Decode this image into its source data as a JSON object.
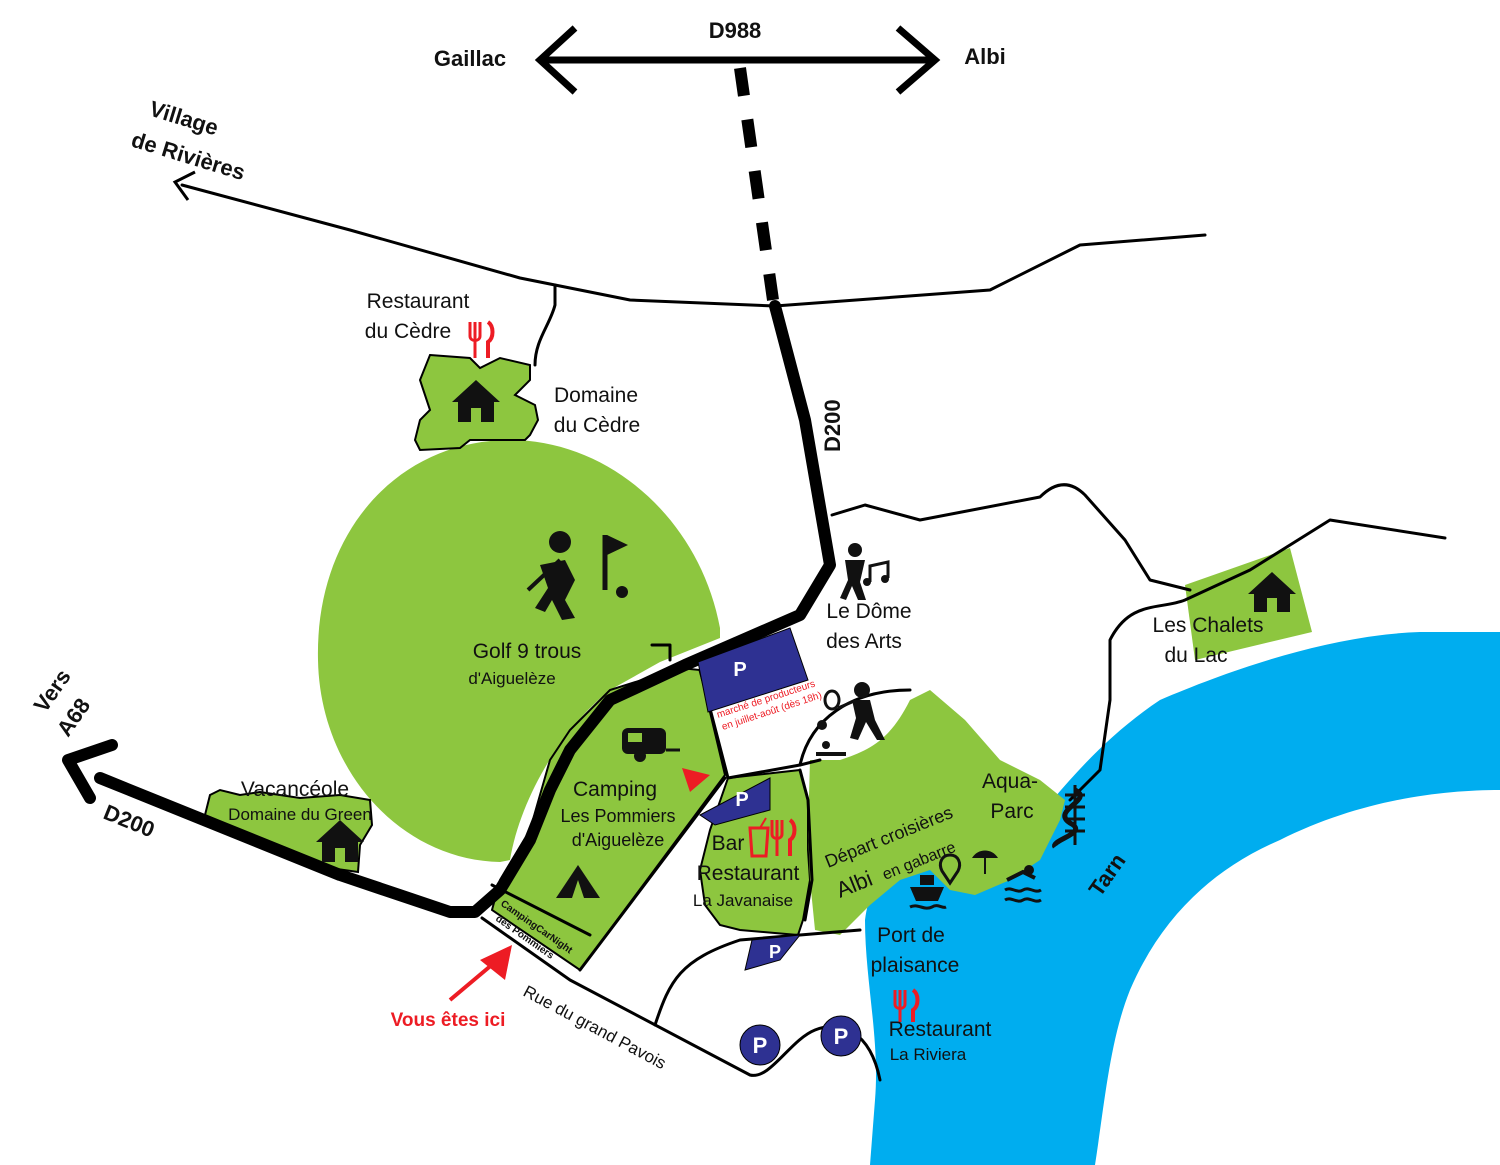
{
  "labels": {
    "d988": "D988",
    "gaillac": "Gaillac",
    "albi": "Albi",
    "village_1": "Village",
    "village_2": "de Rivières",
    "d200_north": "D200",
    "d200_west": "D200",
    "vers_1": "Vers",
    "vers_2": "A68",
    "restaurant_cedre_1": "Restaurant",
    "restaurant_cedre_2": "du Cèdre",
    "domaine_cedre_1": "Domaine",
    "domaine_cedre_2": "du Cèdre",
    "golf_1": "Golf 9 trous",
    "golf_2": "d'Aiguelèze",
    "dome_1": "Le Dôme",
    "dome_2": "des Arts",
    "chalets_1": "Les Chalets",
    "chalets_2": "du Lac",
    "vacanceole_1": "Vacancéole",
    "vacanceole_2": "Domaine du Green",
    "camping_1": "Camping",
    "camping_2": "Les Pommiers",
    "camping_3": "d'Aiguelèze",
    "campingcar_1": "CampingCarNight",
    "campingcar_2": "des Pommiers",
    "marche_1": "marché de producteurs",
    "marche_2": "en juillet-août (dès 18h)",
    "bar": "Bar",
    "restaurant_jav_1": "Restaurant",
    "restaurant_jav_2": "La Javanaise",
    "aquaparc_1": "Aqua-",
    "aquaparc_2": "Parc",
    "croisieres_1": "Départ croisières",
    "croisieres_2": "Albi",
    "croisieres_3": "en gabarre",
    "tarn": "Tarn",
    "port_1": "Port de",
    "port_2": "plaisance",
    "restaurant_riv_1": "Restaurant",
    "restaurant_riv_2": "La Riviera",
    "rue": "Rue du grand Pavois",
    "vous_etes_ici": "Vous êtes ici",
    "parking": "P"
  },
  "colors": {
    "green": "#8dc63f",
    "water": "#00adef",
    "parking": "#2e3192",
    "red": "#ed1c24"
  },
  "icons": [
    "golfer-icon",
    "golf-flag-icon",
    "house-icon",
    "restaurant-icon",
    "dancer-icon",
    "music-note-icon",
    "tennis-player-icon",
    "playground-icon",
    "caravan-icon",
    "tent-icon",
    "pizza-icon",
    "drink-icon",
    "boat-icon",
    "location-pin-icon",
    "beach-umbrella-icon",
    "swimmer-icon",
    "water-slide-icon",
    "parking-icon",
    "you-are-here-arrow-icon"
  ]
}
